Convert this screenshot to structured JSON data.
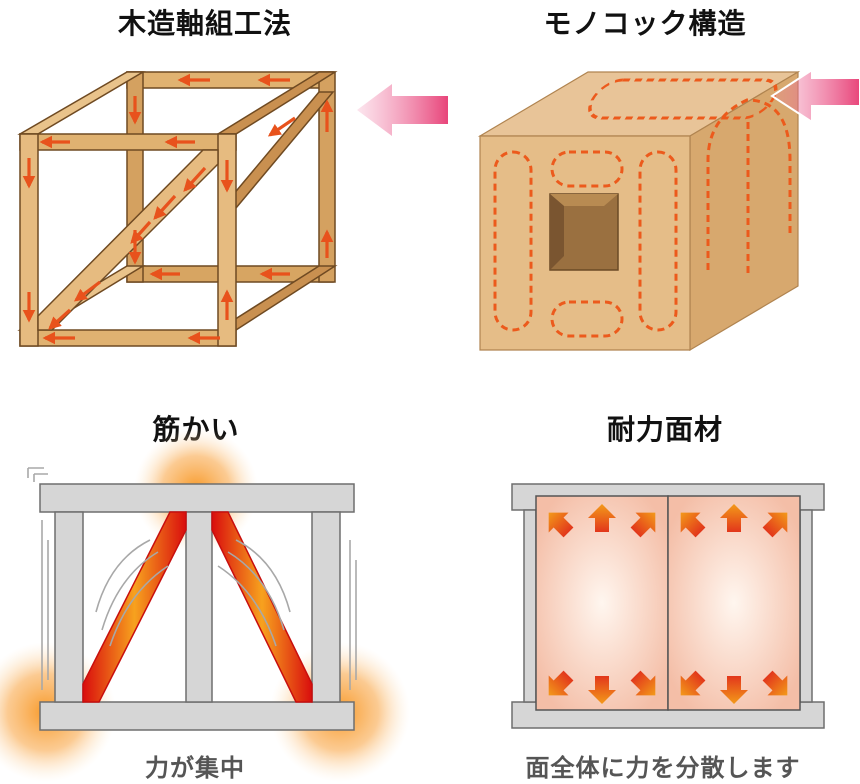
{
  "panels": {
    "wood_frame": {
      "title": "木造軸組工法"
    },
    "monocoque": {
      "title": "モノコック構造"
    },
    "bracing": {
      "title": "筋かい",
      "caption": "力が集中"
    },
    "structural_panel": {
      "title": "耐力面材",
      "caption": "面全体に力を分散します"
    }
  },
  "colors": {
    "wood_light": "#e3b77a",
    "wood_mid": "#c9934f",
    "wood_dark": "#8a6033",
    "arrow_orange": "#e8521c",
    "arrow_pink": "#e8457a",
    "frame_gray": "#d4d4d4",
    "frame_edge": "#6e6e6e",
    "stress_red": "#e01414",
    "glow_orange": "#f7941d",
    "panel_pink": "#f6c7b3"
  },
  "icons": [
    "force-arrow-icon",
    "load-arrow-icon",
    "stress-glow-icon",
    "dispersion-arrow-icon"
  ]
}
